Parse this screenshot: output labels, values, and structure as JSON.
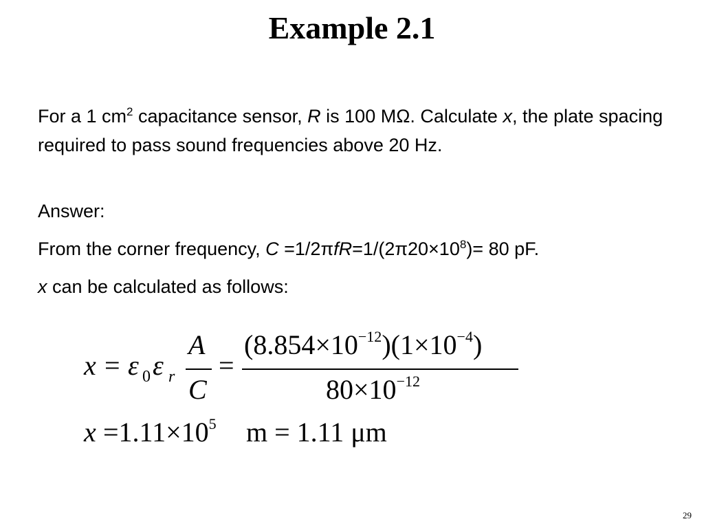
{
  "slide": {
    "title": "Example 2.1",
    "page_number": "29"
  },
  "problem": {
    "p1_a": "For a 1 cm",
    "p1_sup": "2",
    "p1_b": " capacitance sensor, ",
    "p1_R": "R",
    "p1_c": " is 100 MΩ. Calculate ",
    "p1_x": "x",
    "p1_d": ", the plate spacing required to pass sound frequencies above 20 Hz."
  },
  "answer": {
    "label": "Answer:",
    "line1_a": "From the corner frequency, ",
    "line1_C": "C",
    "line1_b": " =1/2π",
    "line1_fR": "fR",
    "line1_c": "=1/(2π20×10",
    "line1_sup": "8",
    "line1_d": ")= 80 pF.",
    "line2_x": "x",
    "line2_rest": " can be calculated as follows:"
  },
  "equation1": {
    "x": "x",
    "eq1": "=",
    "eps": "ε",
    "sub0": "0",
    "sub_r": "r",
    "frac_num": "A",
    "frac_den": "C",
    "eq2": "=",
    "num_a": "(8.854×10",
    "num_exp1": "−12",
    "num_b": ")(1×10",
    "num_exp2": "−4",
    "num_c": ")",
    "den_a": "80×10",
    "den_exp": "−12"
  },
  "equation2": {
    "x": "x",
    "a": "=1.11×10",
    "exp": "5",
    "b": "m = 1.11 μm"
  }
}
